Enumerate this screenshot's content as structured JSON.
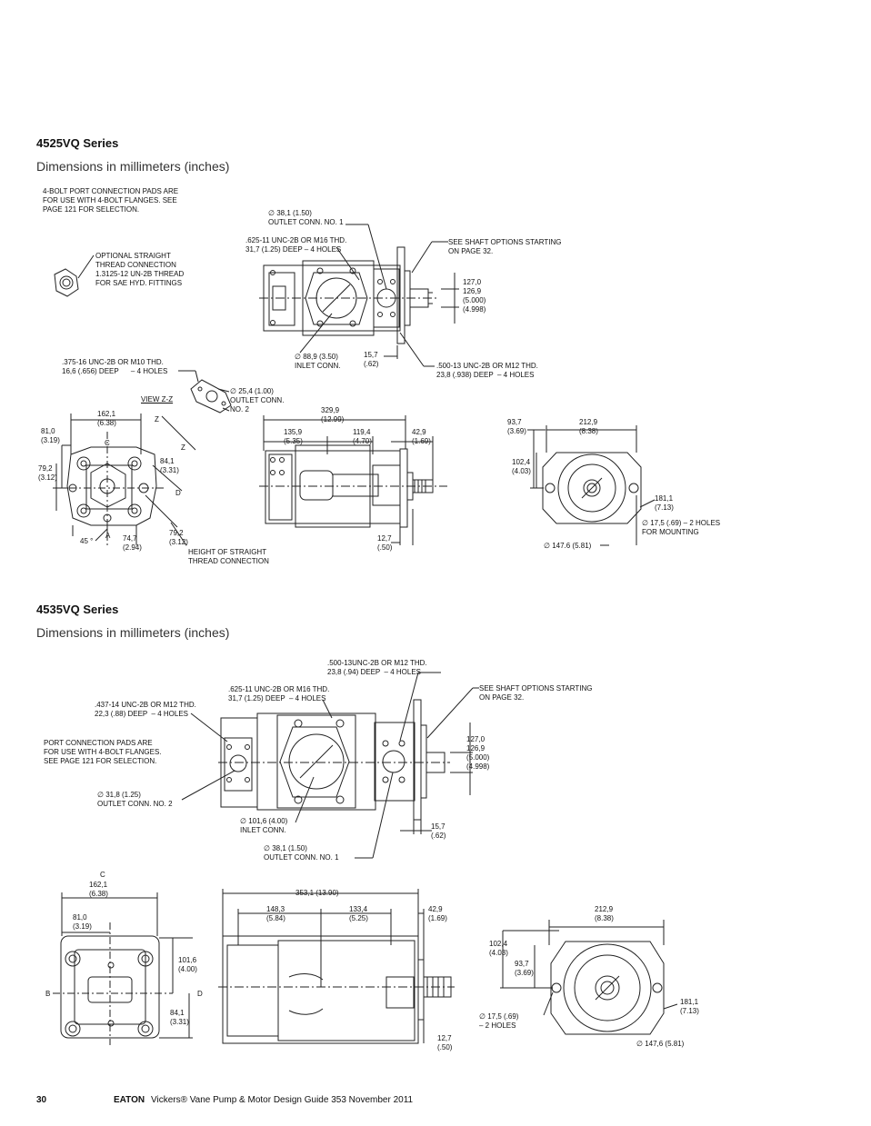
{
  "section1": {
    "title": "4525VQ Series",
    "subtitle": "Dimensions in millimeters (inches)",
    "notes": {
      "four_bolt": "4-BOLT PORT CONNECTION PADS ARE\nFOR USE WITH 4-BOLT FLANGES. SEE\nPAGE 121 FOR SELECTION.",
      "outlet1": "∅ 38,1 (1.50)\nOUTLET CONN. NO. 1",
      "thd625": ".625-11 UNC-2B OR M16 THD.\n31,7 (1.25) DEEP – 4 HOLES",
      "shaft": "SEE SHAFT OPTIONS STARTING\nON PAGE 32.",
      "optional": "OPTIONAL STRAIGHT\nTHREAD CONNECTION\n1.3125-12 UN-2B THREAD\nFOR SAE HYD. FITTINGS",
      "shaft_dims": "127,0\n126,9\n(5.000)\n(4.998)",
      "inlet": "∅ 88,9 (3.50)\nINLET CONN.",
      "d157": "15,7\n(.62)",
      "thd500": ".500-13 UNC-2B OR M12 THD.\n23,8 (.938) DEEP  – 4 HOLES",
      "thd375": ".375-16 UNC-2B OR M10 THD.\n16,6 (.656) DEEP      – 4 HOLES",
      "outlet2": "∅ 25,4 (1.00)\nOUTLET CONN.\nNO. 2",
      "view": "VIEW Z-Z",
      "d1621": "162,1\n(6.38)",
      "d810": "81,0\n(3.19)",
      "c": "C",
      "d792": "79,2\n(3.12)",
      "d841": "84,1\n(3.31)",
      "z1": "Z",
      "z2": "Z",
      "d": "D",
      "deg45": "45 °",
      "a": "A",
      "d747": "74,7\n(2.94)",
      "d792b": "79,2\n(3.12)",
      "height": "HEIGHT OF STRAIGHT\nTHREAD CONNECTION",
      "d3299": "329,9\n(12.99)",
      "d1359": "135,9\n(5.35)",
      "d1194": "119,4\n(4.70)",
      "d429": "42,9\n(1.69)",
      "d127": "12,7\n(.50)",
      "d937": "93,7\n(3.69)",
      "d2129": "212,9\n(8.38)",
      "d1024": "102,4\n(4.03)",
      "d1811": "181,1\n(7.13)",
      "d175": "∅ 17,5 (.69) – 2 HOLES\nFOR MOUNTING",
      "d1476": "∅ 147.6 (5.81)"
    }
  },
  "section2": {
    "title": "4535VQ Series",
    "subtitle": "Dimensions in millimeters (inches)",
    "notes": {
      "thd500": ".500-13UNC-2B OR M12 THD.\n23,8 (.94) DEEP  – 4 HOLES",
      "thd625": ".625-11 UNC-2B OR M16 THD.\n31,7 (1.25) DEEP  – 4 HOLES",
      "shaft": "SEE SHAFT OPTIONS STARTING\nON PAGE 32.",
      "thd437": ".437-14 UNC-2B OR M12 THD.\n22,3 (.88) DEEP  – 4 HOLES",
      "port": "PORT CONNECTION PADS ARE\nFOR USE WITH 4-BOLT FLANGES.\nSEE PAGE 121 FOR SELECTION.",
      "shaft_dims": "127,0\n126,9\n(5.000)\n(4.998)",
      "outlet2": "∅ 31,8 (1.25)\nOUTLET CONN. NO. 2",
      "inlet": "∅ 101,6 (4.00)\nINLET CONN.",
      "d157": "15,7\n(.62)",
      "outlet1": "∅ 38,1 (1.50)\nOUTLET CONN. NO. 1",
      "c": "C",
      "d1621": "162,1\n(6.38)",
      "d810": "81,0\n(3.19)",
      "d1016": "101,6\n(4.00)",
      "b": "B",
      "d": "D",
      "d841": "84,1\n(3.31)",
      "d3531": "353,1 (13.90)",
      "d1483": "148,3\n(5.84)",
      "d1334": "133,4\n(5.25)",
      "d429": "42,9\n(1.69)",
      "d127": "12,7\n(.50)",
      "d2129": "212,9\n(8.38)",
      "d1024": "102,4\n(4.03)",
      "d937": "93,7\n(3.69)",
      "d1811": "181,1\n(7.13)",
      "d175": "∅ 17,5 (.69)\n– 2 HOLES",
      "d1476": "∅ 147,6 (5.81)"
    }
  },
  "footer": {
    "page": "30",
    "brand": "EATON",
    "guide": "Vickers® Vane Pump & Motor Design Guide  353  November 2011"
  }
}
